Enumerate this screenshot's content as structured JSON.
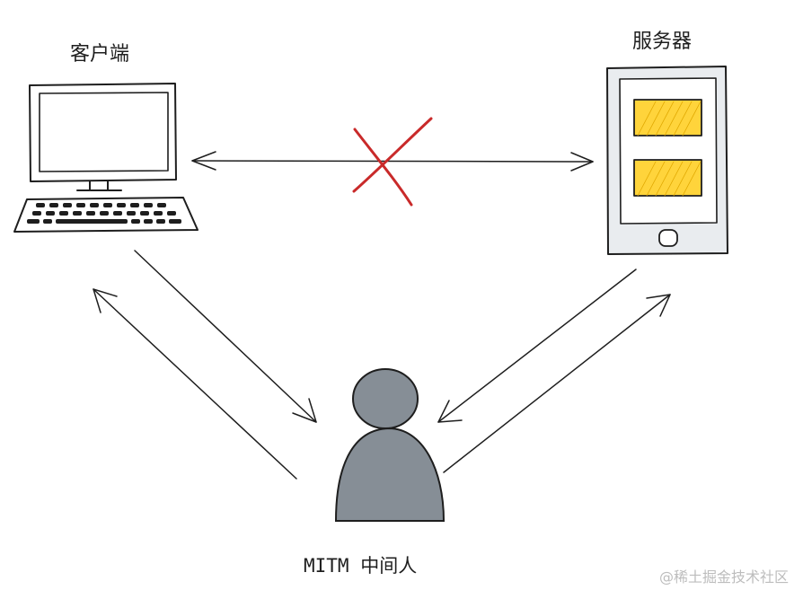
{
  "nodes": {
    "client": {
      "label": "客户端"
    },
    "server": {
      "label": "服务器"
    },
    "mitm": {
      "label": "MITM 中间人"
    }
  },
  "edges": [
    {
      "from": "client",
      "to": "server",
      "style": "double-arrow",
      "blocked": true
    },
    {
      "from": "client",
      "to": "mitm",
      "style": "arrow"
    },
    {
      "from": "mitm",
      "to": "client",
      "style": "arrow"
    },
    {
      "from": "server",
      "to": "mitm",
      "style": "arrow"
    },
    {
      "from": "mitm",
      "to": "server",
      "style": "arrow"
    }
  ],
  "watermark": "@稀土掘金技术社区",
  "colors": {
    "stroke": "#1e1e1e",
    "block_mark": "#c92a2a",
    "person_fill": "#868e96",
    "server_panel": "#ffd43b",
    "device_fill": "#e9ecef"
  }
}
